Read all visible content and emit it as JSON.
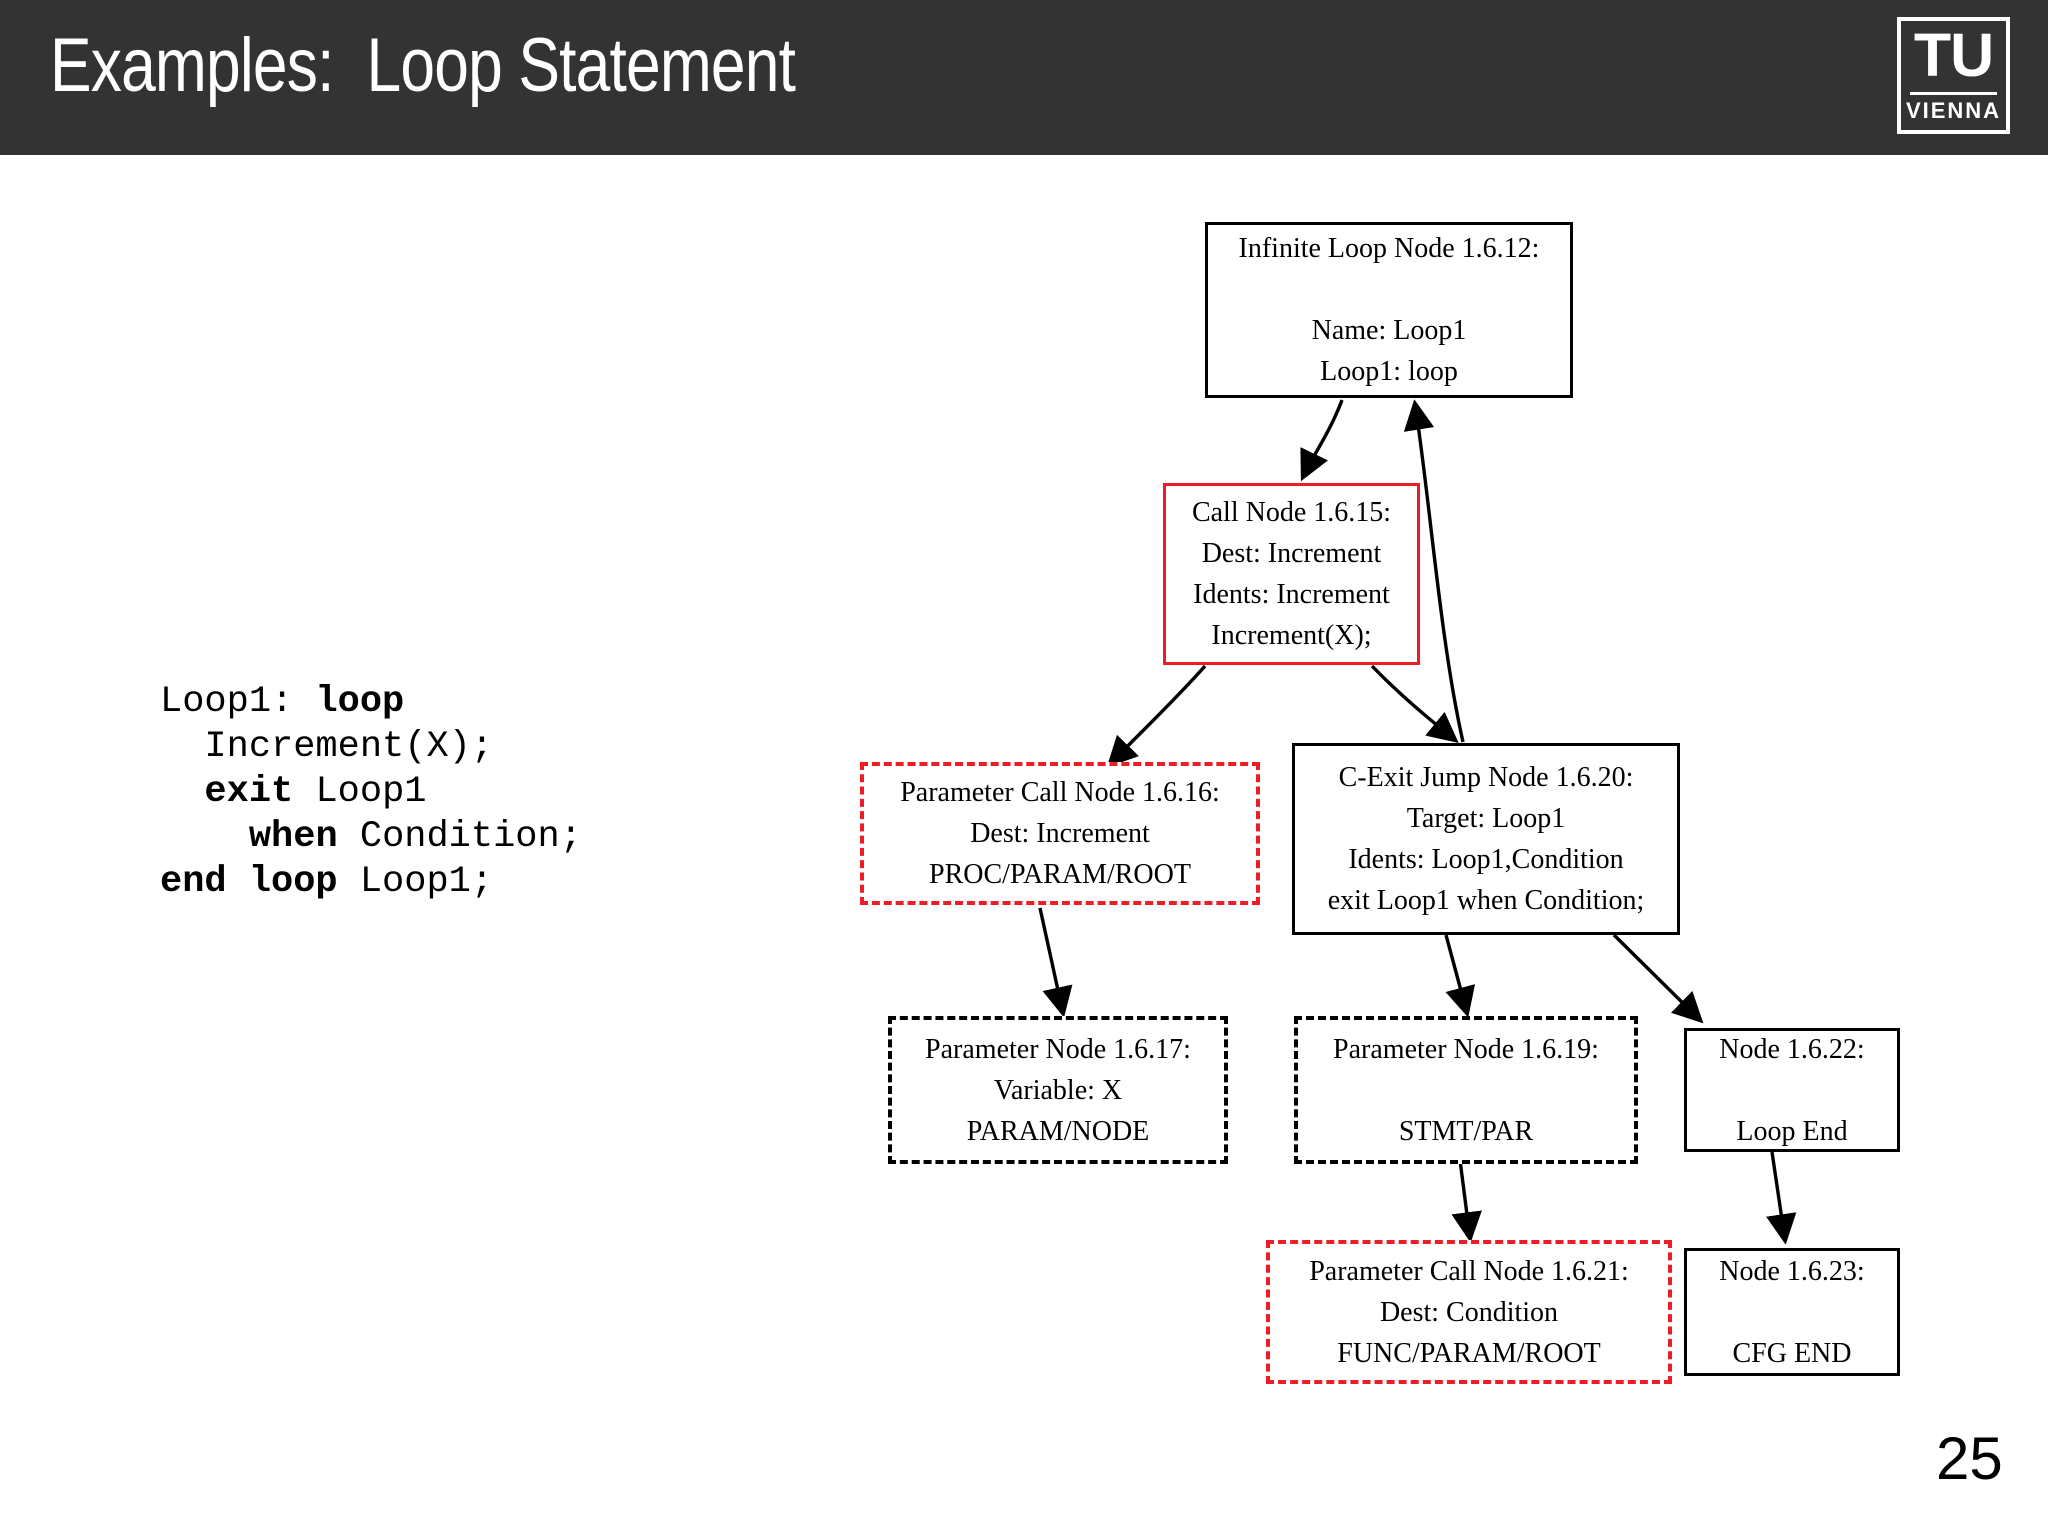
{
  "header": {
    "title": "Examples:  Loop Statement",
    "logo": {
      "top_text": "TU",
      "bottom_text": "VIENNA",
      "name": "tu-vienna-logo"
    },
    "background_color": "#333333",
    "text_color": "#ffffff"
  },
  "code_block": {
    "lines": [
      [
        {
          "t": "Loop1: ",
          "b": false
        },
        {
          "t": "loop",
          "b": true
        }
      ],
      [
        {
          "t": "  Increment(X);",
          "b": false
        }
      ],
      [
        {
          "t": "  ",
          "b": false
        },
        {
          "t": "exit",
          "b": true
        },
        {
          "t": " Loop1",
          "b": false
        }
      ],
      [
        {
          "t": "    ",
          "b": false
        },
        {
          "t": "when",
          "b": true
        },
        {
          "t": " Condition;",
          "b": false
        }
      ],
      [
        {
          "t": "end loop",
          "b": true
        },
        {
          "t": " Loop1;",
          "b": false
        }
      ]
    ],
    "plain_text": "Loop1: loop\n  Increment(X);\n  exit Loop1\n    when Condition;\nend loop Loop1;"
  },
  "colors": {
    "red_accent": "#ee1c25",
    "black": "#000000",
    "header_bg": "#333333"
  },
  "graph": {
    "type": "control-flow-graph",
    "nodes": [
      {
        "id": "1.6.12",
        "name": "infinite-loop-node",
        "lines": [
          "Infinite Loop Node 1.6.12:",
          "",
          "Name: Loop1",
          "Loop1: loop"
        ],
        "border": "solid-black"
      },
      {
        "id": "1.6.15",
        "name": "call-node",
        "lines": [
          "Call Node 1.6.15:",
          "Dest: Increment",
          "Idents: Increment",
          "Increment(X);"
        ],
        "border": "solid-red"
      },
      {
        "id": "1.6.16",
        "name": "parameter-call-node-16",
        "lines": [
          "Parameter Call Node 1.6.16:",
          "Dest: Increment",
          "PROC/PARAM/ROOT"
        ],
        "border": "dashed-red"
      },
      {
        "id": "1.6.20",
        "name": "c-exit-jump-node",
        "lines": [
          "C-Exit Jump Node 1.6.20:",
          "Target: Loop1",
          "Idents: Loop1,Condition",
          "exit Loop1 when Condition;"
        ],
        "border": "solid-black"
      },
      {
        "id": "1.6.17",
        "name": "parameter-node-17",
        "lines": [
          "Parameter Node 1.6.17:",
          "Variable: X",
          "PARAM/NODE"
        ],
        "border": "dashed-black"
      },
      {
        "id": "1.6.19",
        "name": "parameter-node-19",
        "lines": [
          "Parameter Node 1.6.19:",
          "",
          "STMT/PAR"
        ],
        "border": "dashed-black"
      },
      {
        "id": "1.6.22",
        "name": "node-loop-end",
        "lines": [
          "Node 1.6.22:",
          "",
          "Loop End"
        ],
        "border": "solid-black"
      },
      {
        "id": "1.6.21",
        "name": "parameter-call-node-21",
        "lines": [
          "Parameter Call Node 1.6.21:",
          "Dest: Condition",
          "FUNC/PARAM/ROOT"
        ],
        "border": "dashed-red"
      },
      {
        "id": "1.6.23",
        "name": "node-cfg-end",
        "lines": [
          "Node 1.6.23:",
          "",
          "CFG END"
        ],
        "border": "solid-black"
      }
    ],
    "edges": [
      {
        "from": "1.6.12",
        "to": "1.6.15"
      },
      {
        "from": "1.6.15",
        "to": "1.6.16"
      },
      {
        "from": "1.6.15",
        "to": "1.6.20"
      },
      {
        "from": "1.6.20",
        "to": "1.6.12"
      },
      {
        "from": "1.6.16",
        "to": "1.6.17"
      },
      {
        "from": "1.6.20",
        "to": "1.6.19"
      },
      {
        "from": "1.6.20",
        "to": "1.6.22"
      },
      {
        "from": "1.6.19",
        "to": "1.6.21"
      },
      {
        "from": "1.6.22",
        "to": "1.6.23"
      }
    ]
  },
  "footer": {
    "page_number": "25"
  }
}
